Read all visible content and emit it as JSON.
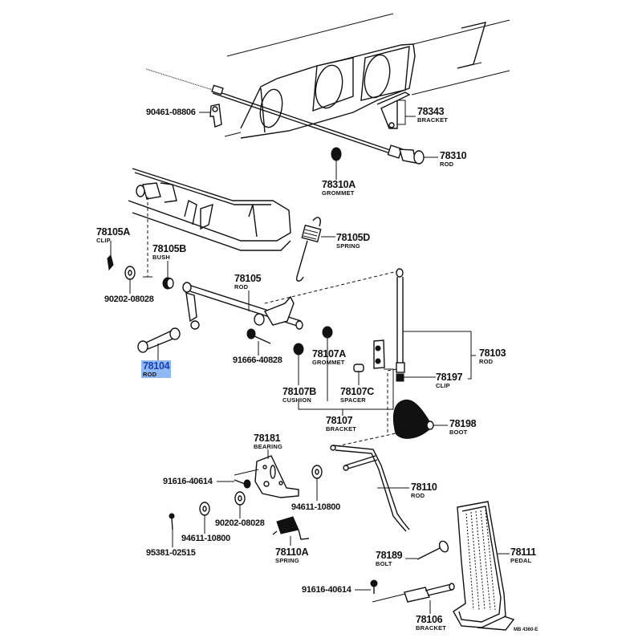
{
  "diagram": {
    "title": "Accelerator Link / Pedal Exploded Parts Diagram",
    "highlight_color": "#8fb8f7",
    "highlighted_part": "78104",
    "drawing_code": "MB 4360-E",
    "callouts": [
      {
        "id": "c1",
        "part": "90461-08806",
        "name": ""
      },
      {
        "id": "c2",
        "part": "78343",
        "name": "BRACKET"
      },
      {
        "id": "c3",
        "part": "78310",
        "name": "ROD"
      },
      {
        "id": "c4",
        "part": "78310A",
        "name": "GROMMET"
      },
      {
        "id": "c5",
        "part": "78105A",
        "name": "CLIP"
      },
      {
        "id": "c6",
        "part": "78105B",
        "name": "BUSH"
      },
      {
        "id": "c7",
        "part": "78105D",
        "name": "SPRING"
      },
      {
        "id": "c8",
        "part": "90202-08028",
        "name": ""
      },
      {
        "id": "c9",
        "part": "78105",
        "name": "ROD"
      },
      {
        "id": "c10",
        "part": "78104",
        "name": "ROD"
      },
      {
        "id": "c11",
        "part": "91666-40828",
        "name": ""
      },
      {
        "id": "c12",
        "part": "78107A",
        "name": "GROMMET"
      },
      {
        "id": "c13",
        "part": "78103",
        "name": "ROD"
      },
      {
        "id": "c14",
        "part": "78197",
        "name": "CLIP"
      },
      {
        "id": "c15",
        "part": "78107B",
        "name": "CUSHION"
      },
      {
        "id": "c16",
        "part": "78107C",
        "name": "SPACER"
      },
      {
        "id": "c17",
        "part": "78107",
        "name": "BRACKET"
      },
      {
        "id": "c18",
        "part": "78198",
        "name": "BOOT"
      },
      {
        "id": "c19",
        "part": "78181",
        "name": "BEARING"
      },
      {
        "id": "c20",
        "part": "91616-40614",
        "name": ""
      },
      {
        "id": "c21",
        "part": "78110",
        "name": "ROD"
      },
      {
        "id": "c22",
        "part": "94611-10800",
        "name": ""
      },
      {
        "id": "c23",
        "part": "90202-08028",
        "name": ""
      },
      {
        "id": "c24",
        "part": "94611-10800",
        "name": ""
      },
      {
        "id": "c25",
        "part": "95381-02515",
        "name": ""
      },
      {
        "id": "c26",
        "part": "78110A",
        "name": "SPRING"
      },
      {
        "id": "c27",
        "part": "78189",
        "name": "BOLT"
      },
      {
        "id": "c28",
        "part": "78111",
        "name": "PEDAL"
      },
      {
        "id": "c29",
        "part": "91616-40614",
        "name": ""
      },
      {
        "id": "c30",
        "part": "78106",
        "name": "BRACKET"
      }
    ]
  }
}
